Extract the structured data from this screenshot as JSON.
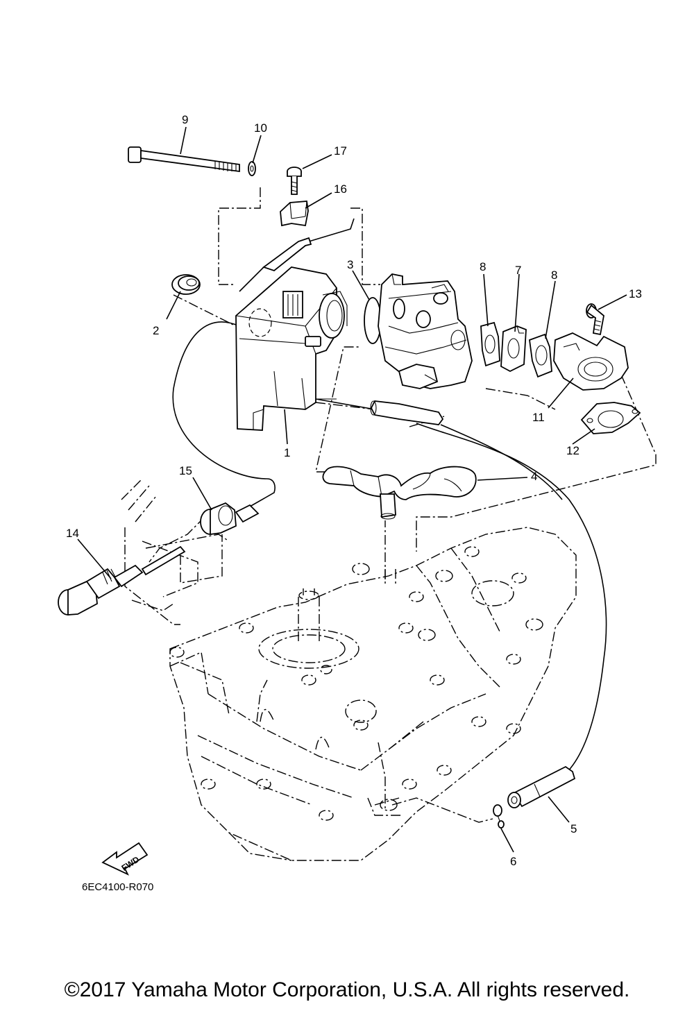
{
  "callouts": [
    {
      "id": "1",
      "label": "1"
    },
    {
      "id": "2",
      "label": "2"
    },
    {
      "id": "3",
      "label": "3"
    },
    {
      "id": "4",
      "label": "4"
    },
    {
      "id": "5",
      "label": "5"
    },
    {
      "id": "6",
      "label": "6"
    },
    {
      "id": "7",
      "label": "7"
    },
    {
      "id": "8a",
      "label": "8"
    },
    {
      "id": "8b",
      "label": "8"
    },
    {
      "id": "9",
      "label": "9"
    },
    {
      "id": "10",
      "label": "10"
    },
    {
      "id": "11",
      "label": "11"
    },
    {
      "id": "12",
      "label": "12"
    },
    {
      "id": "13",
      "label": "13"
    },
    {
      "id": "14",
      "label": "14"
    },
    {
      "id": "15",
      "label": "15"
    },
    {
      "id": "16",
      "label": "16"
    },
    {
      "id": "17",
      "label": "17"
    }
  ],
  "fwd_label": "FWD",
  "figure_id": "6EC4100-R070",
  "copyright": "©2017 Yamaha Motor Corporation, U.S.A. All rights reserved."
}
